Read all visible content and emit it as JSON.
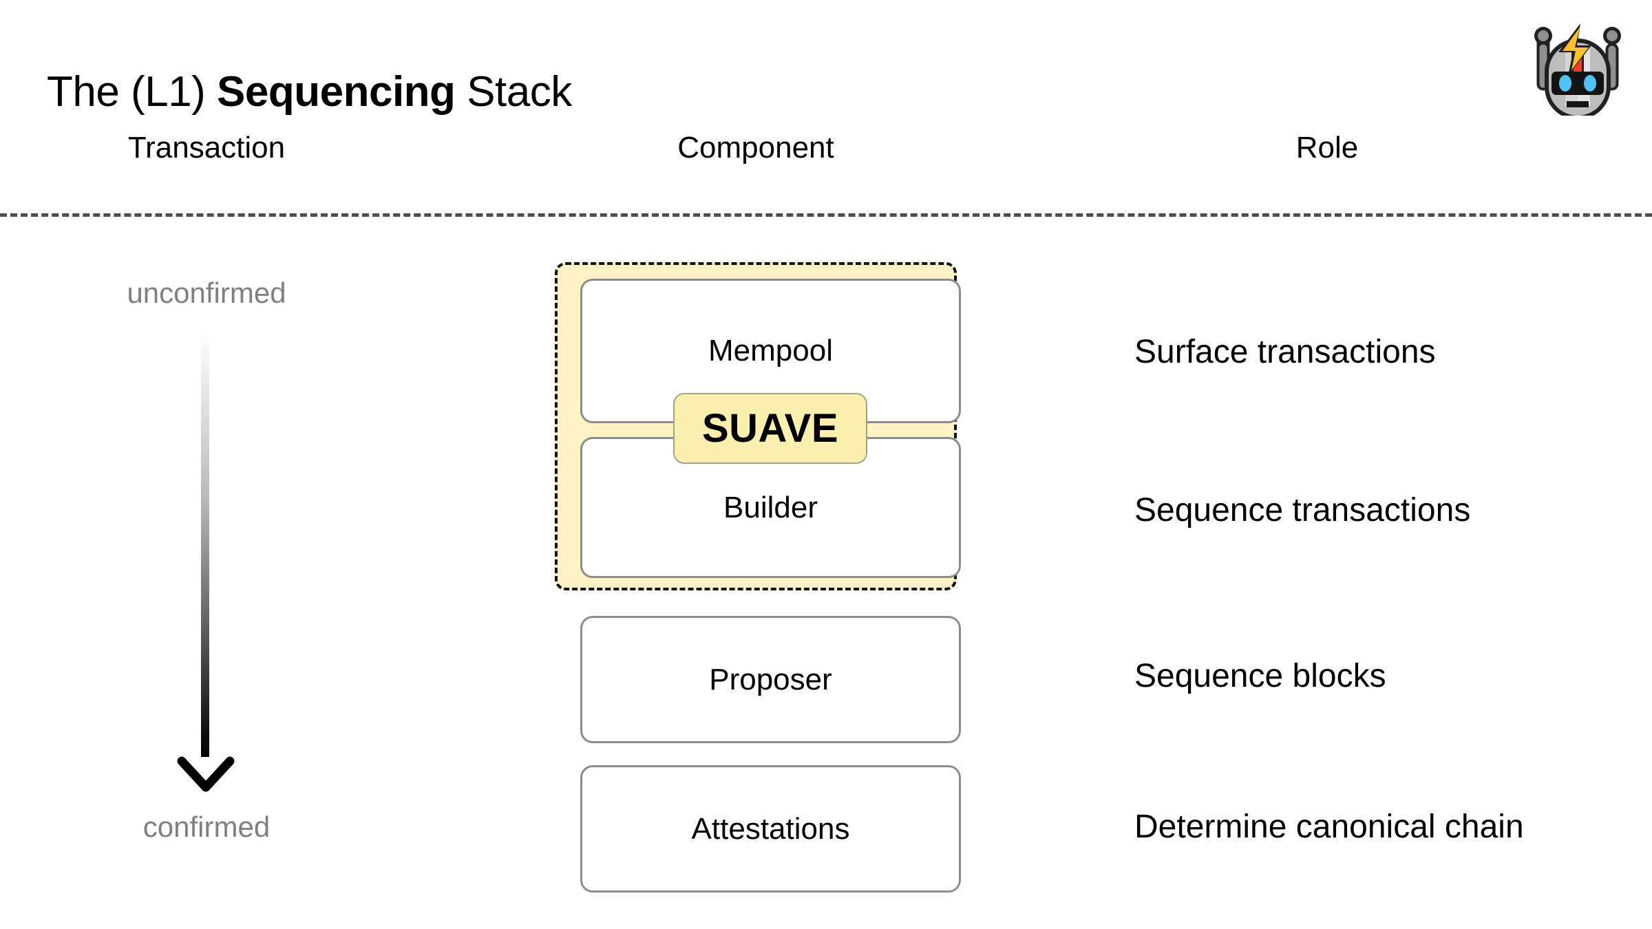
{
  "title": {
    "prefix": "The (L1) ",
    "emphasis": "Sequencing",
    "suffix": " Stack"
  },
  "logo": {
    "name": "flashbots-robot-logo",
    "colors": {
      "body_light": "#d5d5d5",
      "body_mid": "#bdbdbd",
      "body_dark": "#8f8f8f",
      "outline": "#212121",
      "bolt": "#fbc02d",
      "antenna": "#ef3e25",
      "eye": "#4fc3f7",
      "visor": "#141414"
    }
  },
  "columns": {
    "transaction": "Transaction",
    "component": "Component",
    "role": "Role"
  },
  "transaction": {
    "top_label": "unconfirmed",
    "bottom_label": "confirmed",
    "arrow": "downward-gradient-arrow",
    "label_color": "#808080"
  },
  "suave": {
    "badge_label": "SUAVE",
    "group_fill": "#fbf1c4",
    "group_border": "#111111",
    "badge_fill": "#fbefb0",
    "badge_border": "#a9a083",
    "members": [
      "Mempool",
      "Builder"
    ]
  },
  "components": [
    {
      "label": "Mempool",
      "in_suave": true
    },
    {
      "label": "Builder",
      "in_suave": true
    },
    {
      "label": "Proposer",
      "in_suave": false
    },
    {
      "label": "Attestations",
      "in_suave": false
    }
  ],
  "roles": [
    "Surface transactions",
    "Sequence transactions",
    "Sequence blocks",
    "Determine canonical chain"
  ],
  "divider": {
    "style": "dashed",
    "color": "#4d4d4d"
  }
}
